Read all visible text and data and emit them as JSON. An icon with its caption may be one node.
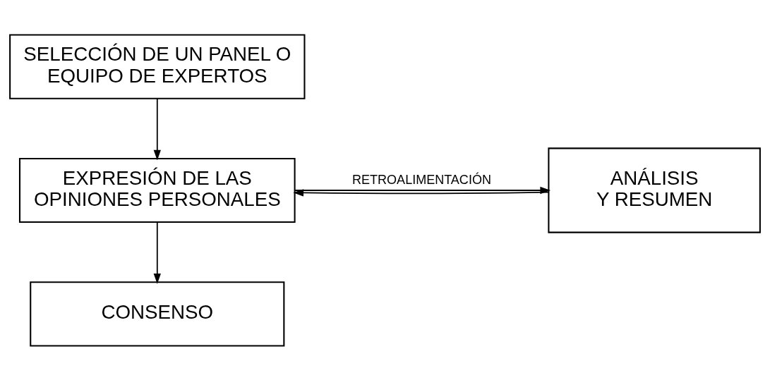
{
  "diagram": {
    "nodes": [
      {
        "text": [
          "SELECCIÓN DE UN PANEL O EQUIPO DE EXPERTOS"
        ]
      },
      {
        "text": [
          "EXPRESIÓN DE LAS OPINIONES PERSONALES"
        ]
      },
      {
        "text": [
          "ANÁLISIS Y RESUMEN"
        ]
      },
      {
        "text": [
          "CONSENSO"
        ]
      }
    ],
    "edges": [
      {
        "from": 0,
        "to": 1,
        "arrow": "to"
      },
      {
        "from": 1,
        "to": 2,
        "arrow": "to",
        "label": "RETROALIMENTACIÓN"
      },
      {
        "from": 2,
        "to": 1,
        "arrow": "to"
      },
      {
        "from": 1,
        "to": 3,
        "arrow": "to"
      }
    ]
  }
}
